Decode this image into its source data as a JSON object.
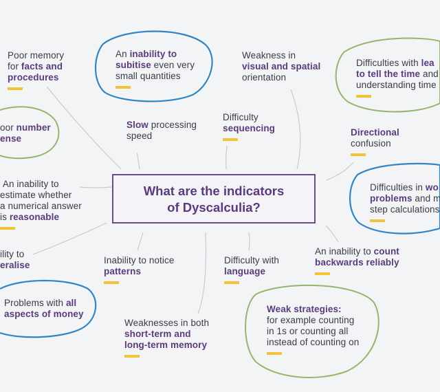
{
  "center": {
    "line1": "What are the indicators",
    "line2": "of Dyscalculia?"
  },
  "nodes": {
    "poor_memory": {
      "l1a": "Poor memory",
      "l2a": "for ",
      "l2b": "facts and",
      "l3b": "procedures"
    },
    "subitise": {
      "l1a": "An ",
      "l1b": "inability to",
      "l2b": "subitise",
      "l2a": " even very",
      "l3a": "small quantities"
    },
    "visual_spatial": {
      "l1a": "Weakness in",
      "l2b": "visual and spatial",
      "l3a": "orientation"
    },
    "time": {
      "l1a": "Difficulties with ",
      "l1b": "lea",
      "l2b": "to tell the time",
      "l2a": " and",
      "l3a": "understanding time"
    },
    "number_sense": {
      "l1a": "oor ",
      "l1b": "number",
      "l2b": "ense"
    },
    "slow_processing": {
      "l1b": "Slow",
      "l1a": " processing",
      "l2a": "speed"
    },
    "sequencing": {
      "l1a": "Difficulty",
      "l2b": "sequencing"
    },
    "directional": {
      "l1b": "Directional",
      "l2a": "confusion"
    },
    "estimate": {
      "l1a": "An inability to",
      "l2a": "estimate whether",
      "l3a": "a numerical answer",
      "l4a": "is ",
      "l4b": "reasonable"
    },
    "word_problems": {
      "l1a": "Difficulties in ",
      "l1b": "wo",
      "l2b": "problems",
      "l2a": " and m",
      "l3a": "step calculations"
    },
    "generalise": {
      "l1a": "ility to",
      "l2b": "eralise"
    },
    "patterns": {
      "l1a": "Inability to notice",
      "l2b": "patterns"
    },
    "language": {
      "l1a": "Difficulty with",
      "l2b": "language"
    },
    "count_backwards": {
      "l1a": "An inability to ",
      "l1b": "count",
      "l2b": "backwards reliably"
    },
    "money": {
      "l1a": "Problems with ",
      "l1b": "all",
      "l2b": "aspects of money"
    },
    "memory_terms": {
      "l1a": "Weaknesses in both",
      "l2b": "short-term and",
      "l3b": "long-term memory"
    },
    "weak_strategies": {
      "l1b": "Weak strategies:",
      "l2a": "for example counting",
      "l3a": "in 1s or counting all",
      "l4a": "instead of counting on"
    }
  },
  "colors": {
    "background": "#f3f4f5",
    "accent_purple": "#5a3a82",
    "blob_blue": "#2e86c8",
    "blob_green": "#97b56a",
    "dash_yellow": "#f2c23a"
  }
}
